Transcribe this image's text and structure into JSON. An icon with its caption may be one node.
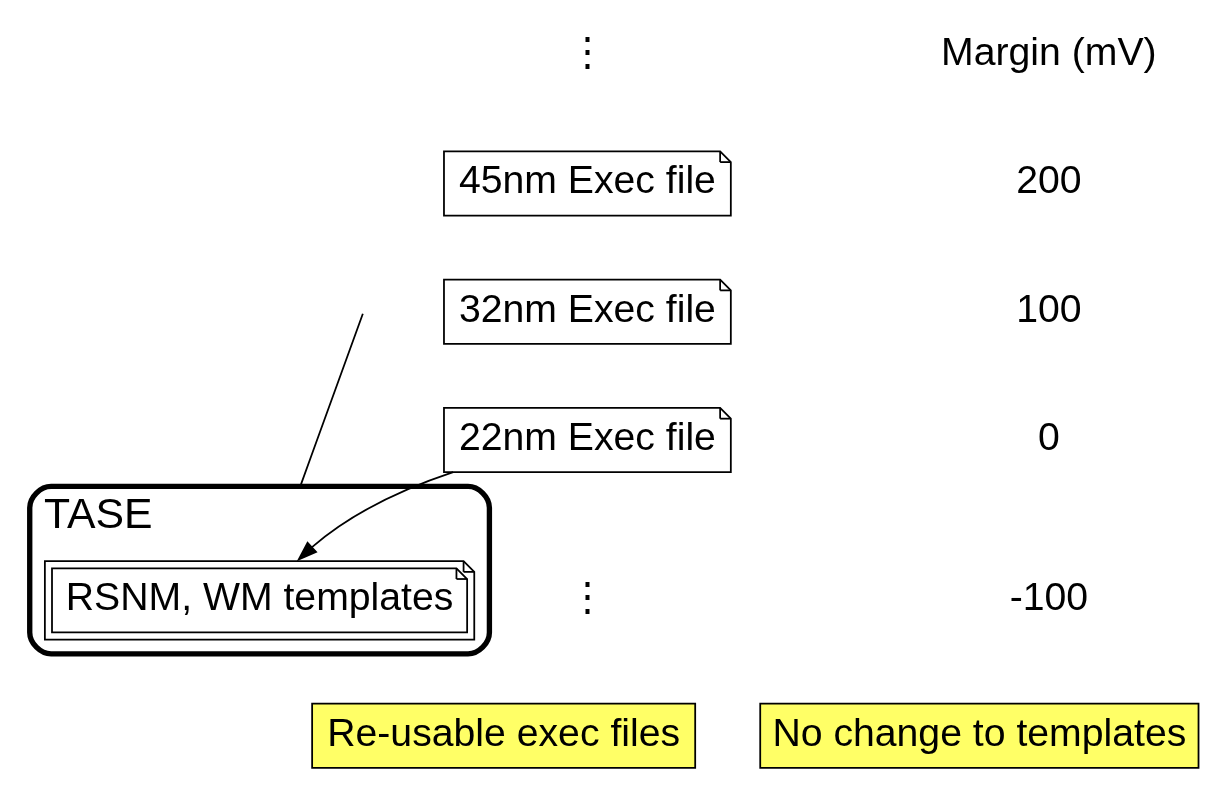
{
  "diagram": {
    "nodes": [
      {
        "text": [
          "45nm Exec file"
        ]
      },
      {
        "text": [
          "32nm Exec file"
        ]
      },
      {
        "text": [
          "22nm Exec file"
        ]
      },
      {
        "text": [
          "Re-usable exec files"
        ]
      },
      {
        "text": [
          "No change to templates"
        ]
      },
      {
        "text": [
          "TASE"
        ]
      },
      {
        "text": [
          "RSNM, WM templates"
        ],
        "in": 5
      }
    ],
    "edges": [
      {
        "from": 2,
        "to": 6,
        "arrow": "to"
      },
      {
        "from": 5,
        "to": null,
        "arrow": "none"
      }
    ],
    "labels": [
      "⋮",
      "⋮",
      "Margin (mV)",
      "200",
      "100",
      "0",
      "-100"
    ]
  }
}
